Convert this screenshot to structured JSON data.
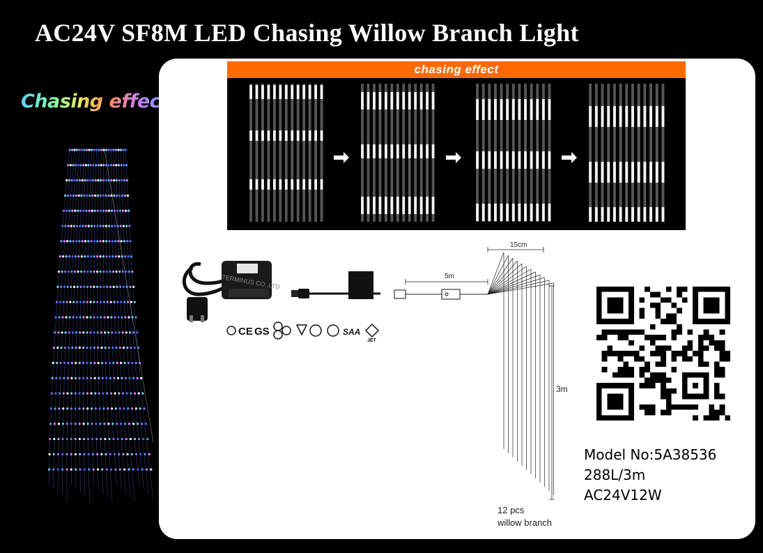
{
  "title": "AC24V SF8M LED Chasing Willow Branch Light",
  "effect_label": "Chasing effect",
  "panel": {
    "effect_bar": "chasing effect",
    "dimensions": {
      "width": "15cm",
      "cable": "5m",
      "height": "3m",
      "branches_line1": "12 pcs",
      "branches_line2": "willow branch"
    },
    "cert_marks": [
      "CE",
      "GS",
      "SAA",
      "JET"
    ],
    "model": {
      "line1": "Model No:5A38536",
      "line2": "288L/3m",
      "line3": "AC24V12W"
    }
  }
}
